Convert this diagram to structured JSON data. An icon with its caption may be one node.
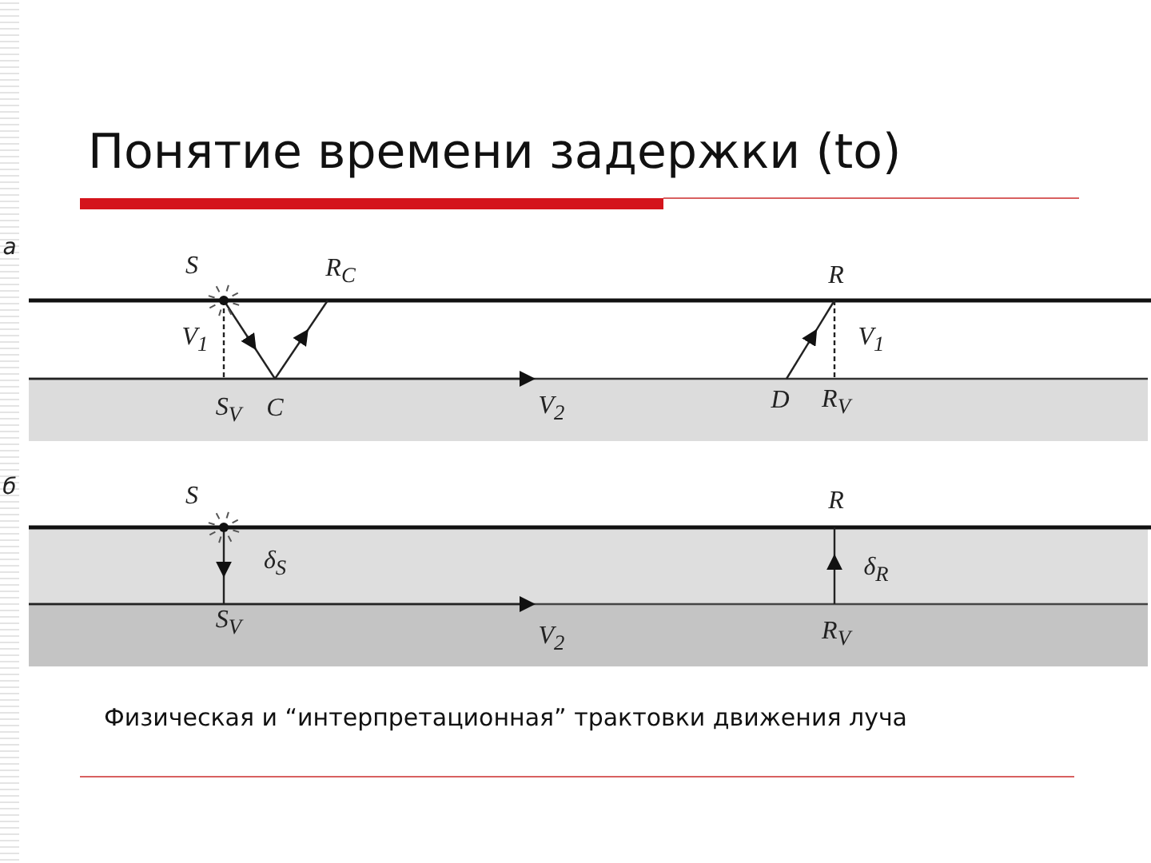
{
  "diagram": {
    "title": "Понятие времени задержки (to)",
    "caption": "Физическая и “интерпретационная” трактовки движения луча",
    "labels": [
      "а",
      "S",
      "R$_{C}$",
      "R",
      "V$_{1}$",
      "V$_{1}$",
      "S$_{V}$",
      "C",
      "V$_{2}$",
      "D",
      "R$_{V}$",
      "б",
      "S",
      "R",
      "δ$_{S}$",
      "δ$_{R}$",
      "S$_{V}$",
      "V$_{2}$",
      "R$_{V}$"
    ]
  }
}
